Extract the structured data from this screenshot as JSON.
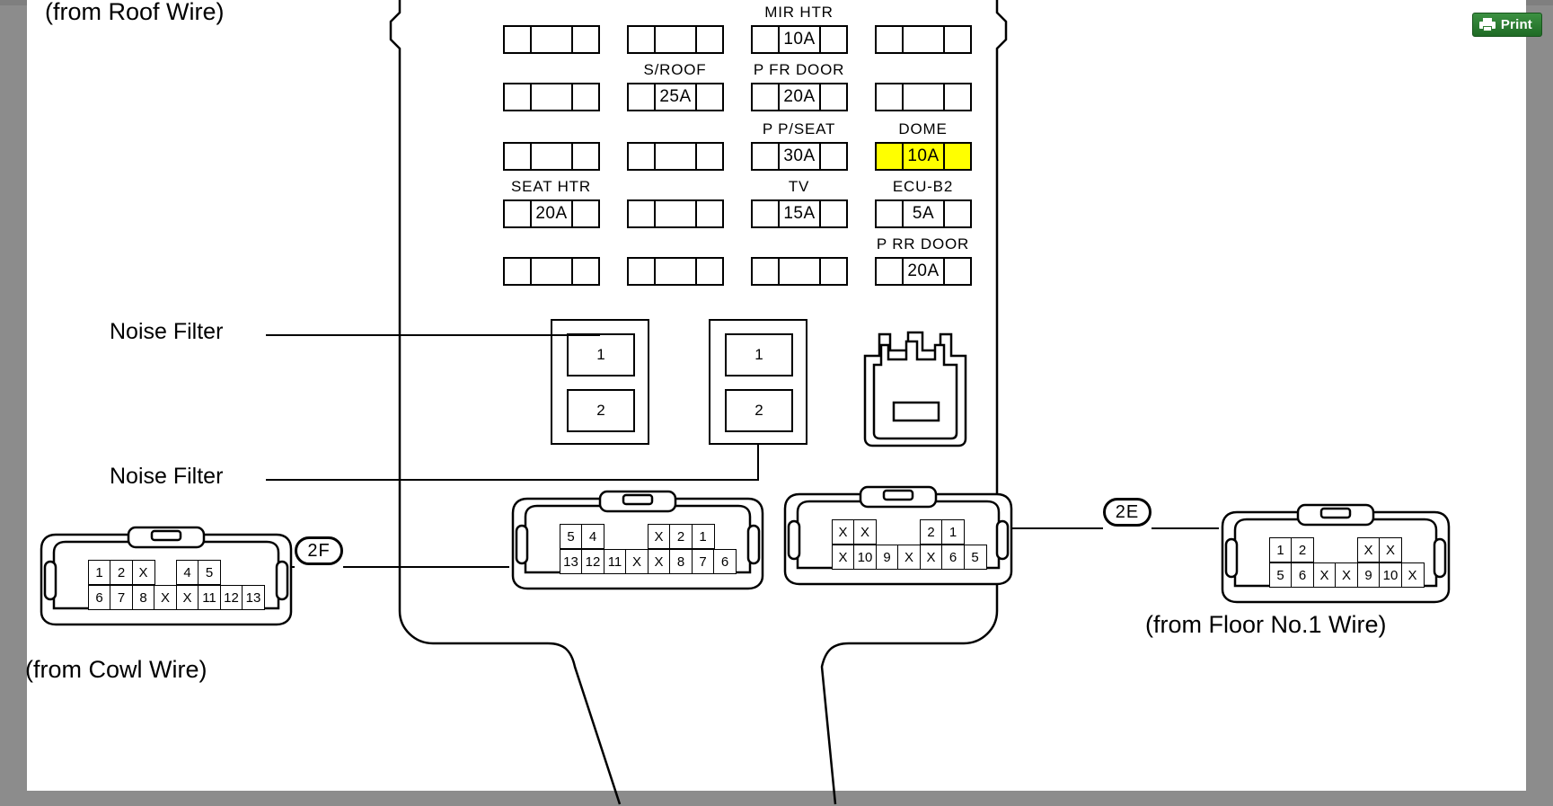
{
  "toolbar": {
    "print_label": "Print",
    "print_icon": "printer-icon"
  },
  "diagram": {
    "title_top_left": "(from Roof Wire)",
    "label_cowl": "(from Cowl Wire)",
    "label_floor": "(from Floor No.1 Wire)",
    "noise_filter_1": "Noise Filter",
    "noise_filter_2": "Noise Filter",
    "tag_2f": "2F",
    "tag_2e": "2E"
  },
  "fuse_grid": {
    "columns": 4,
    "rows": 5,
    "cells": [
      {
        "label": "",
        "rating": "",
        "highlight": false
      },
      {
        "label": "",
        "rating": "",
        "highlight": false
      },
      {
        "label": "MIR HTR",
        "rating": "10A",
        "highlight": false
      },
      {
        "label": "",
        "rating": "",
        "highlight": false
      },
      {
        "label": "",
        "rating": "",
        "highlight": false
      },
      {
        "label": "S/ROOF",
        "rating": "25A",
        "highlight": false
      },
      {
        "label": "P FR DOOR",
        "rating": "20A",
        "highlight": false
      },
      {
        "label": "",
        "rating": "",
        "highlight": false
      },
      {
        "label": "",
        "rating": "",
        "highlight": false
      },
      {
        "label": "",
        "rating": "",
        "highlight": false
      },
      {
        "label": "P P/SEAT",
        "rating": "30A",
        "highlight": false
      },
      {
        "label": "DOME",
        "rating": "10A",
        "highlight": true
      },
      {
        "label": "SEAT HTR",
        "rating": "20A",
        "highlight": false
      },
      {
        "label": "",
        "rating": "",
        "highlight": false
      },
      {
        "label": "TV",
        "rating": "15A",
        "highlight": false
      },
      {
        "label": "ECU-B2",
        "rating": "5A",
        "highlight": false
      },
      {
        "label": "",
        "rating": "",
        "highlight": false
      },
      {
        "label": "",
        "rating": "",
        "highlight": false
      },
      {
        "label": "",
        "rating": "",
        "highlight": false
      },
      {
        "label": "P RR DOOR",
        "rating": "20A",
        "highlight": false
      }
    ]
  },
  "noise_filters": [
    {
      "pin_top": "1",
      "pin_bottom": "2"
    },
    {
      "pin_top": "1",
      "pin_bottom": "2"
    }
  ],
  "connectors": {
    "cowl": {
      "name": "(from Cowl Wire)",
      "top_row": [
        "1",
        "2",
        "X",
        "",
        "4",
        "5"
      ],
      "bottom_row": [
        "6",
        "7",
        "8",
        "X",
        "X",
        "11",
        "12",
        "13"
      ]
    },
    "conn_2f": {
      "tag": "2F",
      "top_row": [
        "5",
        "4",
        "",
        "",
        "X",
        "2",
        "1"
      ],
      "bottom_row": [
        "13",
        "12",
        "11",
        "X",
        "X",
        "8",
        "7",
        "6"
      ]
    },
    "conn_2e": {
      "tag": "2E",
      "top_row": [
        "X",
        "X",
        "",
        "",
        "2",
        "1"
      ],
      "bottom_row": [
        "X",
        "10",
        "9",
        "X",
        "X",
        "6",
        "5"
      ]
    },
    "floor": {
      "name": "(from Floor No.1 Wire)",
      "top_row": [
        "1",
        "2",
        "",
        "",
        "X",
        "X"
      ],
      "bottom_row": [
        "5",
        "6",
        "X",
        "X",
        "9",
        "10",
        "X"
      ]
    }
  },
  "colors": {
    "highlight": "#ffff00",
    "print_green": "#2e7d32",
    "page_background": "#8c8c8c",
    "sheet": "#ffffff"
  }
}
